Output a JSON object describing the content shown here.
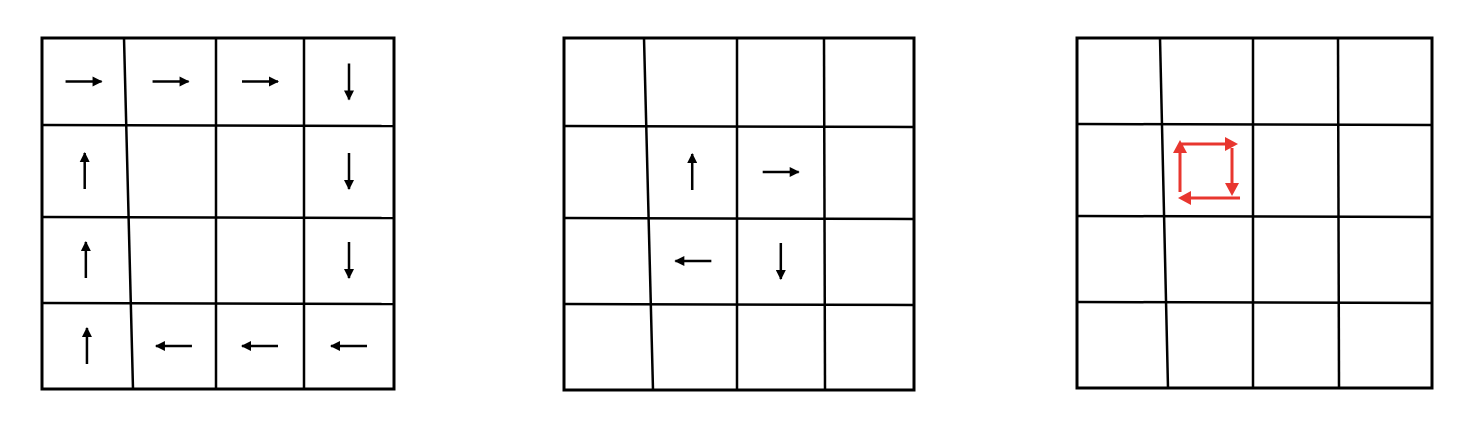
{
  "diagram": {
    "colors": {
      "line": "#000000",
      "arrow": "#000000",
      "highlight": "#e8362f",
      "background": "#ffffff"
    },
    "grids": [
      {
        "name": "grid-1",
        "rows": 4,
        "cols": 4,
        "arrows": [
          {
            "row": 0,
            "col": 0,
            "dir": "right"
          },
          {
            "row": 0,
            "col": 1,
            "dir": "right"
          },
          {
            "row": 0,
            "col": 2,
            "dir": "right"
          },
          {
            "row": 0,
            "col": 3,
            "dir": "down"
          },
          {
            "row": 1,
            "col": 0,
            "dir": "up"
          },
          {
            "row": 1,
            "col": 3,
            "dir": "down"
          },
          {
            "row": 2,
            "col": 0,
            "dir": "up"
          },
          {
            "row": 2,
            "col": 3,
            "dir": "down"
          },
          {
            "row": 3,
            "col": 0,
            "dir": "up"
          },
          {
            "row": 3,
            "col": 1,
            "dir": "left"
          },
          {
            "row": 3,
            "col": 2,
            "dir": "left"
          },
          {
            "row": 3,
            "col": 3,
            "dir": "left"
          }
        ],
        "cycle_cell": null
      },
      {
        "name": "grid-2",
        "rows": 4,
        "cols": 4,
        "arrows": [
          {
            "row": 1,
            "col": 1,
            "dir": "up"
          },
          {
            "row": 1,
            "col": 2,
            "dir": "right"
          },
          {
            "row": 2,
            "col": 1,
            "dir": "left"
          },
          {
            "row": 2,
            "col": 2,
            "dir": "down"
          }
        ],
        "cycle_cell": null
      },
      {
        "name": "grid-3",
        "rows": 4,
        "cols": 4,
        "arrows": [],
        "cycle_cell": {
          "row": 1,
          "col": 1,
          "directions": [
            "up",
            "right",
            "down",
            "left"
          ]
        }
      }
    ]
  }
}
